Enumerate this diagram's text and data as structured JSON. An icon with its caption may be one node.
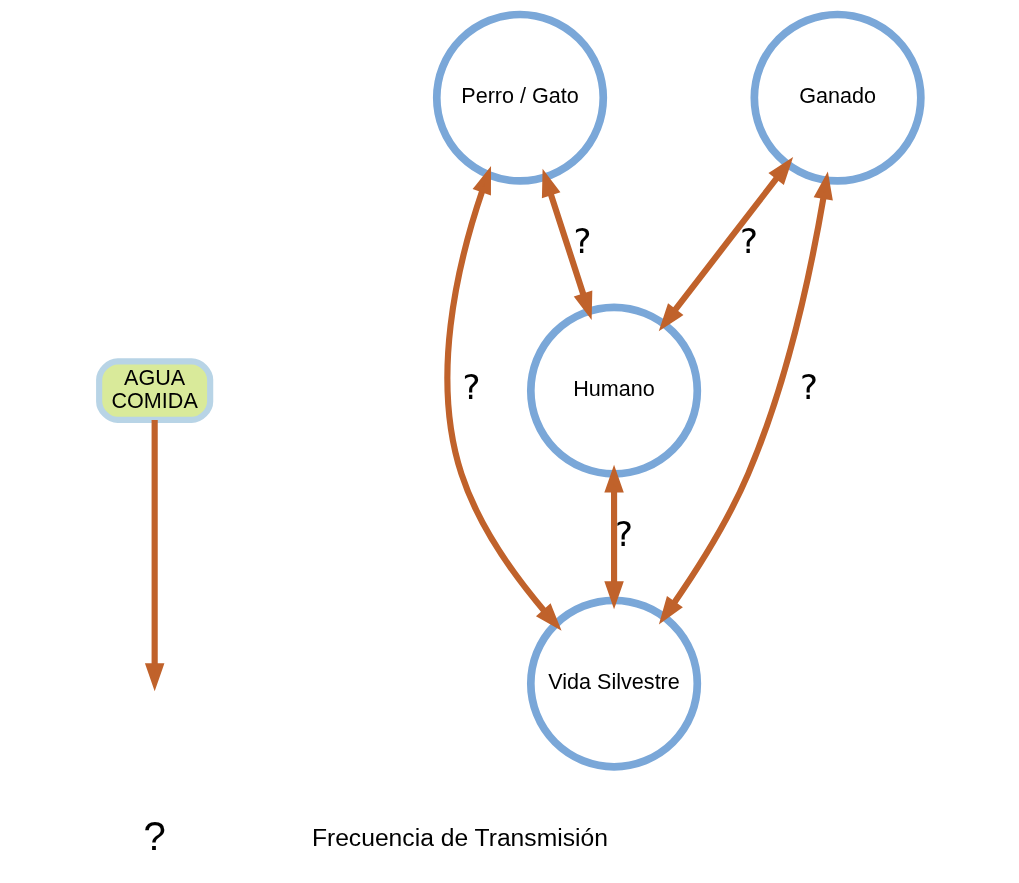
{
  "diagram": {
    "nodes": [
      {
        "text": [
          "AGUA",
          "COMIDA"
        ]
      },
      {
        "text": [
          "Perro / Gato"
        ]
      },
      {
        "text": [
          "Ganado"
        ]
      },
      {
        "text": [
          "Humano"
        ]
      },
      {
        "text": [
          "Vida Silvestre"
        ]
      }
    ],
    "edges": [
      {
        "from": 0,
        "to": null,
        "arrow": "to"
      },
      {
        "from": 1,
        "to": 3,
        "arrow": "both",
        "label": "?"
      },
      {
        "from": 2,
        "to": 3,
        "arrow": "both",
        "label": "?"
      },
      {
        "from": 1,
        "to": 4,
        "arrow": "both",
        "label": "?"
      },
      {
        "from": 3,
        "to": 4,
        "arrow": "both",
        "label": "?"
      },
      {
        "from": 2,
        "to": 4,
        "arrow": "both",
        "label": "?"
      }
    ],
    "labels": [
      "?",
      "Frecuencia de Transmisión"
    ]
  }
}
